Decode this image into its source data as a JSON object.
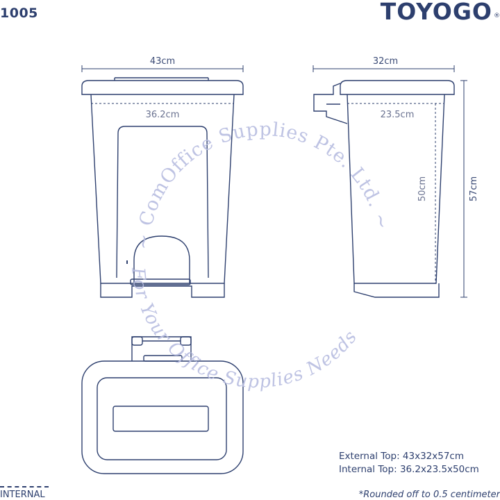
{
  "header": {
    "model_number": "1005",
    "brand": "TOYOGO",
    "brand_reg": "®"
  },
  "front_view": {
    "external_width": "43cm",
    "internal_width": "36.2cm"
  },
  "side_view": {
    "external_depth": "32cm",
    "internal_depth": "23.5cm",
    "internal_height": "50cm",
    "external_height": "57cm"
  },
  "specs": {
    "external": "External Top: 43x32x57cm",
    "internal": "Internal Top: 36.2x23.5x50cm"
  },
  "legend": {
    "label": "INTERNAL"
  },
  "footnote": "*Rounded off to 0.5 centimeter",
  "watermark": {
    "line1": "~ ComOffice Supplies Pte. Ltd. ~",
    "line2": "For Your Office Supplies Needs"
  },
  "colors": {
    "outline": "#2d3f6e",
    "watermark": "#b8bde0"
  }
}
